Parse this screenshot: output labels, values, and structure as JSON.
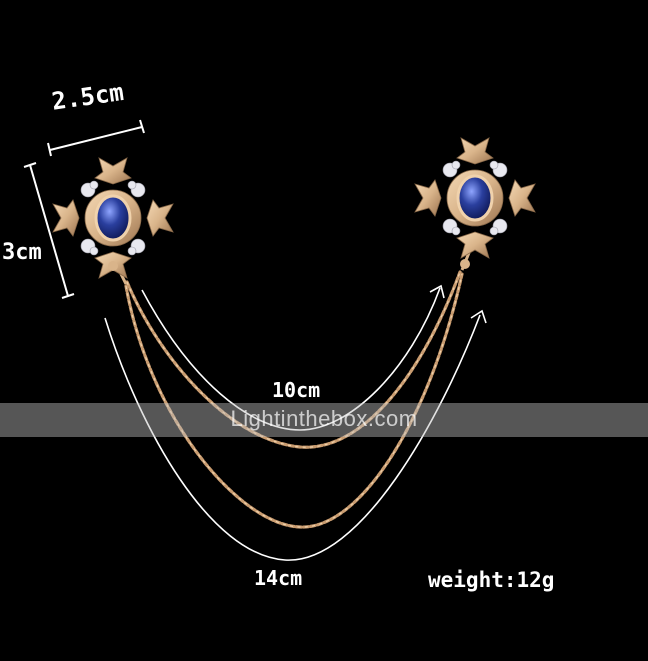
{
  "product_image": {
    "colors": {
      "background": "#000000",
      "metal": "#d9b48a",
      "metal_dark": "#8a6a4a",
      "gem": "#2a3f9e",
      "rhinestone": "#e8e8ef",
      "measure_line": "#ffffff"
    }
  },
  "dimensions": {
    "width_label": "2.5cm",
    "height_label": "3cm",
    "short_chain_label": "10cm",
    "long_chain_label": "14cm"
  },
  "specs": {
    "weight_label": "weight:12g"
  },
  "watermark": {
    "text": "Lightinthebox.com"
  }
}
